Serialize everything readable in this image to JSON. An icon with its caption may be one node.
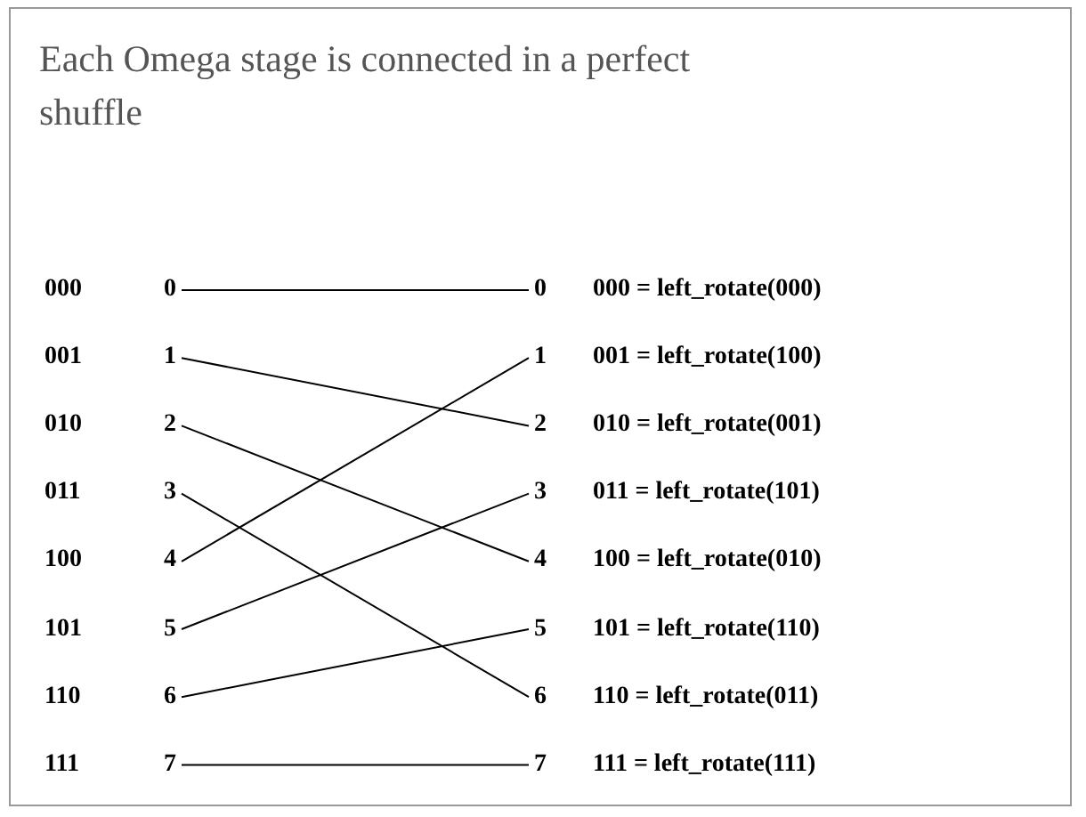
{
  "diagram": {
    "title": "Each Omega stage is connected in a perfect shuffle",
    "nodes": [
      {
        "text": [
          "0"
        ]
      },
      {
        "text": [
          "1"
        ]
      },
      {
        "text": [
          "2"
        ]
      },
      {
        "text": [
          "3"
        ]
      },
      {
        "text": [
          "4"
        ]
      },
      {
        "text": [
          "5"
        ]
      },
      {
        "text": [
          "6"
        ]
      },
      {
        "text": [
          "7"
        ]
      },
      {
        "text": [
          "0"
        ]
      },
      {
        "text": [
          "1"
        ]
      },
      {
        "text": [
          "2"
        ]
      },
      {
        "text": [
          "3"
        ]
      },
      {
        "text": [
          "4"
        ]
      },
      {
        "text": [
          "5"
        ]
      },
      {
        "text": [
          "6"
        ]
      },
      {
        "text": [
          "7"
        ]
      }
    ],
    "edges": [
      {
        "from": 0,
        "to": 8,
        "arrow": "none"
      },
      {
        "from": 1,
        "to": 10,
        "arrow": "none"
      },
      {
        "from": 2,
        "to": 12,
        "arrow": "none"
      },
      {
        "from": 3,
        "to": 14,
        "arrow": "none"
      },
      {
        "from": 4,
        "to": 9,
        "arrow": "none"
      },
      {
        "from": 5,
        "to": 11,
        "arrow": "none"
      },
      {
        "from": 6,
        "to": 13,
        "arrow": "none"
      },
      {
        "from": 7,
        "to": 15,
        "arrow": "none"
      }
    ],
    "labels": [
      "000",
      "000 = left_rotate(000)",
      "001",
      "001 = left_rotate(100)",
      "010",
      "010 = left_rotate(001)",
      "011",
      "011 = left_rotate(101)",
      "100",
      "100 = left_rotate(010)",
      "101",
      "101 = left_rotate(110)",
      "110",
      "110 = left_rotate(011)",
      "111",
      "111 = left_rotate(111)"
    ]
  }
}
